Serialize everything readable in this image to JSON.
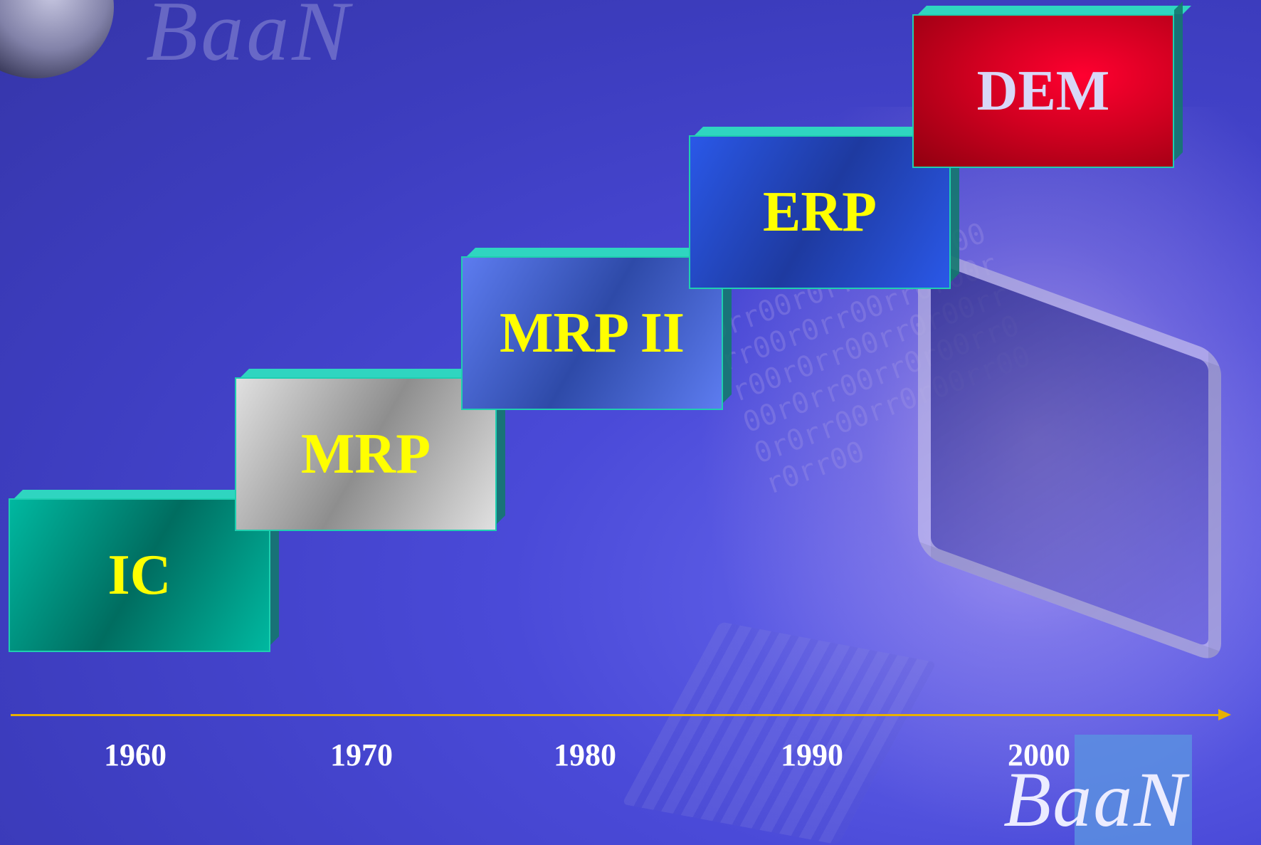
{
  "header": {
    "watermark": "BaaN"
  },
  "stages": [
    {
      "label": "IC",
      "color": "#00a088"
    },
    {
      "label": "MRP",
      "color": "#b0b0b0"
    },
    {
      "label": "MRP II",
      "color": "#4a66d8"
    },
    {
      "label": "ERP",
      "color": "#2448d0"
    },
    {
      "label": "DEM",
      "color": "#e0002a"
    }
  ],
  "timeline": {
    "years": [
      "1960",
      "1970",
      "1980",
      "1990",
      "2000"
    ],
    "axis_color": "#e8b000"
  },
  "logo": "BaaN",
  "binary": "0rr00r0rr00rr0r00rr00r0rr00rr0r00rr00r0rr00rr0r00rr00r0rr00rr0r00rr00r0rr00rr0r00rr00r0rr00"
}
